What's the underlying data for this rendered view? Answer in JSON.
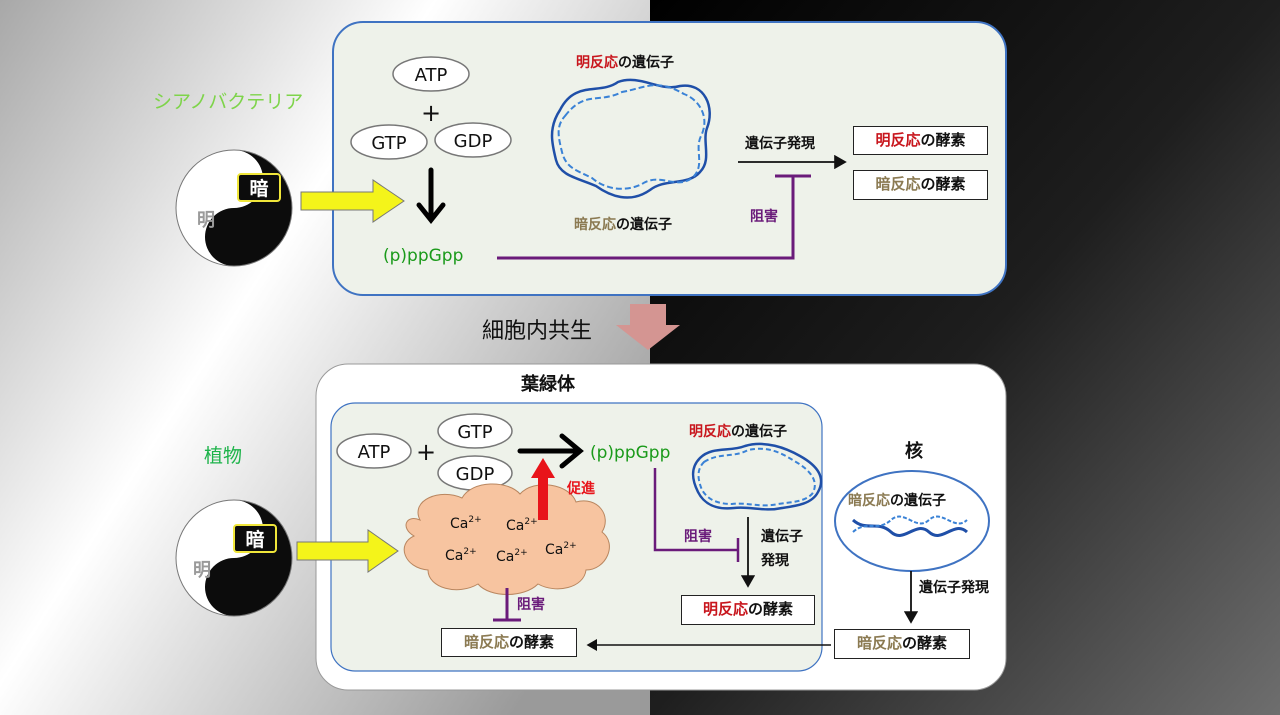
{
  "top": {
    "organism_label": "シアノバクテリア",
    "dark_label": "暗",
    "light_label": "明",
    "atp": "ATP",
    "plus": "+",
    "gtp": "GTP",
    "gdp": "GDP",
    "ppgpp": "(p)ppGpp",
    "light_gene": {
      "part1": "明反応",
      "part2": "の遺伝子"
    },
    "dark_gene": {
      "part1": "暗反応",
      "part2": "の遺伝子"
    },
    "expression": "遺伝子発現",
    "inhibition": "阻害",
    "light_enzyme": {
      "part1": "明反応",
      "part2": "の酵素"
    },
    "dark_enzyme": {
      "part1": "暗反応",
      "part2": "の酵素"
    }
  },
  "transition_label": "細胞内共生",
  "bottom": {
    "organism_label": "植物",
    "dark_label": "暗",
    "light_label": "明",
    "chloroplast_label": "葉緑体",
    "nucleus_label": "核",
    "atp": "ATP",
    "plus": "+",
    "gtp": "GTP",
    "gdp": "GDP",
    "ppgpp": "(p)ppGpp",
    "promote": "促進",
    "inhibition_ppgpp": "阻害",
    "inhibition_ca": "阻害",
    "calcium": [
      "Ca2+",
      "Ca2+",
      "Ca2+",
      "Ca2+",
      "Ca2+"
    ],
    "calcium_base": "Ca",
    "calcium_sup": "2+",
    "light_gene": {
      "part1": "明反応",
      "part2": "の遺伝子"
    },
    "dark_gene": {
      "part1": "暗反応",
      "part2": "の遺伝子"
    },
    "expression_chloro_1": "遺伝子",
    "expression_chloro_2": "発現",
    "expression_nucleus": "遺伝子発現",
    "light_enzyme": {
      "part1": "明反応",
      "part2": "の酵素"
    },
    "dark_enzyme_nucleus": {
      "part1": "暗反応",
      "part2": "の酵素"
    },
    "dark_enzyme_chloro": {
      "part1": "暗反応",
      "part2": "の酵素"
    }
  },
  "colors": {
    "green_text": "#1a9a1a",
    "red_text": "#c8161d",
    "tan_text": "#8b7a52",
    "purple": "#6a1b7a",
    "yellow_arrow": "#f4f41a",
    "panel_bg": "#eef2ea",
    "panel_border": "#3f73c2",
    "cloud_fill": "#f7c4a0",
    "dna_blue": "#1f4fa8"
  }
}
